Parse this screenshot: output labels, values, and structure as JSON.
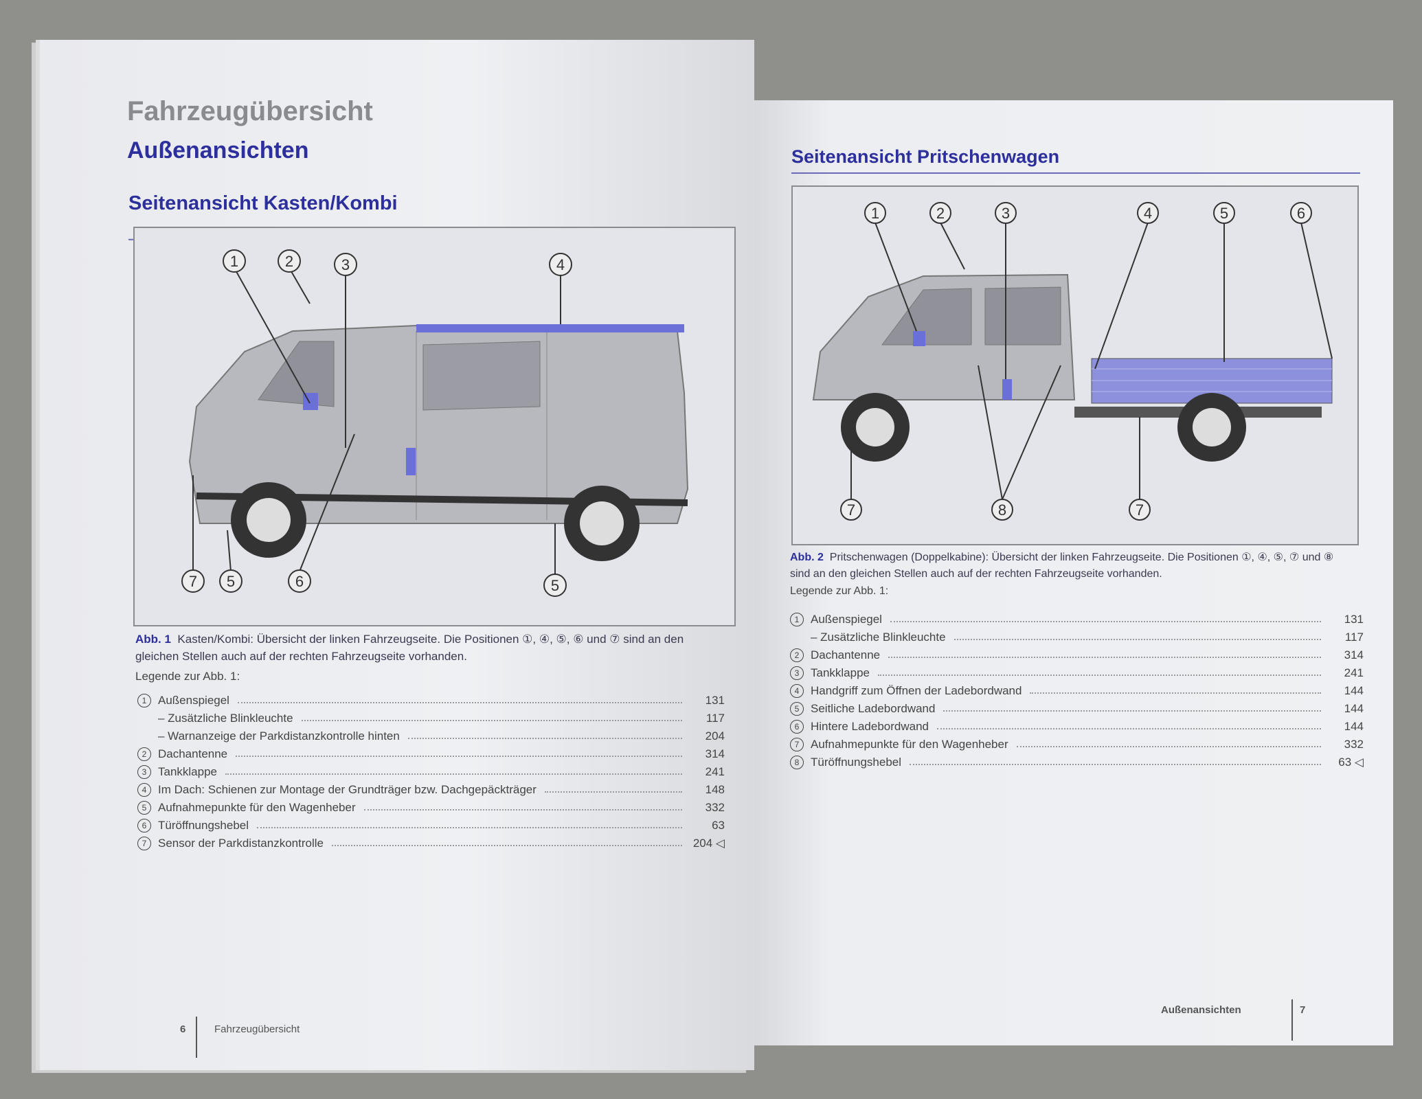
{
  "left_page": {
    "chapter_title": "Fahrzeugübersicht",
    "section_title": "Außenansichten",
    "subsection_title": "Seitenansicht Kasten/Kombi",
    "figure_callouts": [
      "1",
      "2",
      "3",
      "4",
      "7",
      "5",
      "6",
      "5"
    ],
    "caption_label": "Abb. 1",
    "caption_text": "Kasten/Kombi: Übersicht der linken Fahrzeugseite. Die Positionen ①, ④, ⑤, ⑥ und ⑦ sind an den gleichen Stellen auch auf der rechten Fahrzeugseite vorhanden.",
    "legend_heading": "Legende zur Abb. 1:",
    "legend": [
      {
        "num": "1",
        "label": "Außenspiegel",
        "page": "131",
        "sub": false
      },
      {
        "num": "",
        "label": "– Zusätzliche Blinkleuchte",
        "page": "117",
        "sub": true
      },
      {
        "num": "",
        "label": "– Warnanzeige der Parkdistanzkontrolle hinten",
        "page": "204",
        "sub": true
      },
      {
        "num": "2",
        "label": "Dachantenne",
        "page": "314",
        "sub": false
      },
      {
        "num": "3",
        "label": "Tankklappe",
        "page": "241",
        "sub": false
      },
      {
        "num": "4",
        "label": "Im Dach: Schienen zur Montage der Grundträger bzw. Dachgepäckträger",
        "page": "148",
        "sub": false
      },
      {
        "num": "5",
        "label": "Aufnahmepunkte für den Wagenheber",
        "page": "332",
        "sub": false
      },
      {
        "num": "6",
        "label": "Türöffnungshebel",
        "page": "63",
        "sub": false
      },
      {
        "num": "7",
        "label": "Sensor der Parkdistanzkontrolle",
        "page": "204 ◁",
        "sub": false
      }
    ],
    "footer": {
      "page_number": "6",
      "running_title": "Fahrzeugübersicht"
    }
  },
  "right_page": {
    "subsection_title": "Seitenansicht Pritschenwagen",
    "figure_callouts": [
      "1",
      "2",
      "3",
      "4",
      "5",
      "6",
      "7",
      "8",
      "7"
    ],
    "caption_label": "Abb. 2",
    "caption_text": "Pritschenwagen (Doppelkabine): Übersicht der linken Fahrzeugseite. Die Positionen ①, ④, ⑤, ⑦ und ⑧ sind an den gleichen Stellen auch auf der rechten Fahrzeugseite vorhanden.",
    "legend_heading": "Legende zur Abb. 1:",
    "legend": [
      {
        "num": "1",
        "label": "Außenspiegel",
        "page": "131",
        "sub": false
      },
      {
        "num": "",
        "label": "– Zusätzliche Blinkleuchte",
        "page": "117",
        "sub": true
      },
      {
        "num": "2",
        "label": "Dachantenne",
        "page": "314",
        "sub": false
      },
      {
        "num": "3",
        "label": "Tankklappe",
        "page": "241",
        "sub": false
      },
      {
        "num": "4",
        "label": "Handgriff zum Öffnen der Ladebordwand",
        "page": "144",
        "sub": false
      },
      {
        "num": "5",
        "label": "Seitliche Ladebordwand",
        "page": "144",
        "sub": false
      },
      {
        "num": "6",
        "label": "Hintere Ladebordwand",
        "page": "144",
        "sub": false
      },
      {
        "num": "7",
        "label": "Aufnahmepunkte für den Wagenheber",
        "page": "332",
        "sub": false
      },
      {
        "num": "8",
        "label": "Türöffnungshebel",
        "page": "63 ◁",
        "sub": false
      }
    ],
    "footer": {
      "running_title": "Außenansichten",
      "page_number": "7"
    }
  },
  "colors": {
    "accent": "#2c2f9c",
    "highlight": "#6b6fd8",
    "paper": "#eceef1",
    "background": "#8f908c"
  }
}
